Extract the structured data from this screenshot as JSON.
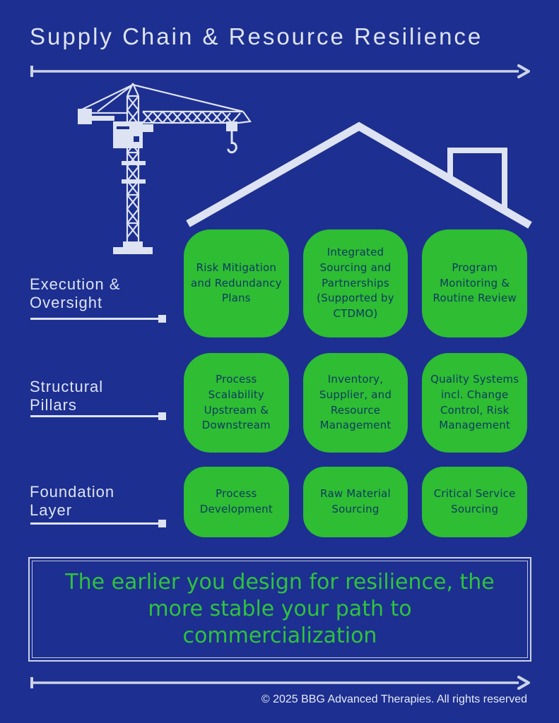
{
  "title": "Supply Chain & Resource Resilience",
  "rows": [
    {
      "label": "Execution &\nOversight",
      "boxes": [
        "Risk Mitigation and Redundancy Plans",
        "Integrated Sourcing and Partnerships (Supported by CTDMO)",
        "Program Monitoring & Routine Review"
      ]
    },
    {
      "label": "Structural\nPillars",
      "boxes": [
        "Process Scalability Upstream & Downstream",
        "Inventory, Supplier, and Resource Management",
        "Quality Systems incl. Change Control, Risk Management"
      ]
    },
    {
      "label": "Foundation\nLayer",
      "boxes": [
        "Process Development",
        "Raw Material Sourcing",
        "Critical Service Sourcing"
      ]
    }
  ],
  "message": "The earlier you design for resilience, the more stable your path to commercialization",
  "footer": "© 2025 BBG Advanced Therapies. All rights reserved",
  "icons": {
    "crane": "tower-crane-icon",
    "roof": "house-roof-icon",
    "top_arrow": "timeline-arrow-icon",
    "bottom_arrow": "timeline-arrow-icon"
  },
  "colors": {
    "background": "#1d2f90",
    "ink": "#dde3f2",
    "box_green": "#2ebd33",
    "box_text": "#0f3a5f",
    "message_green": "#2fc33e"
  }
}
